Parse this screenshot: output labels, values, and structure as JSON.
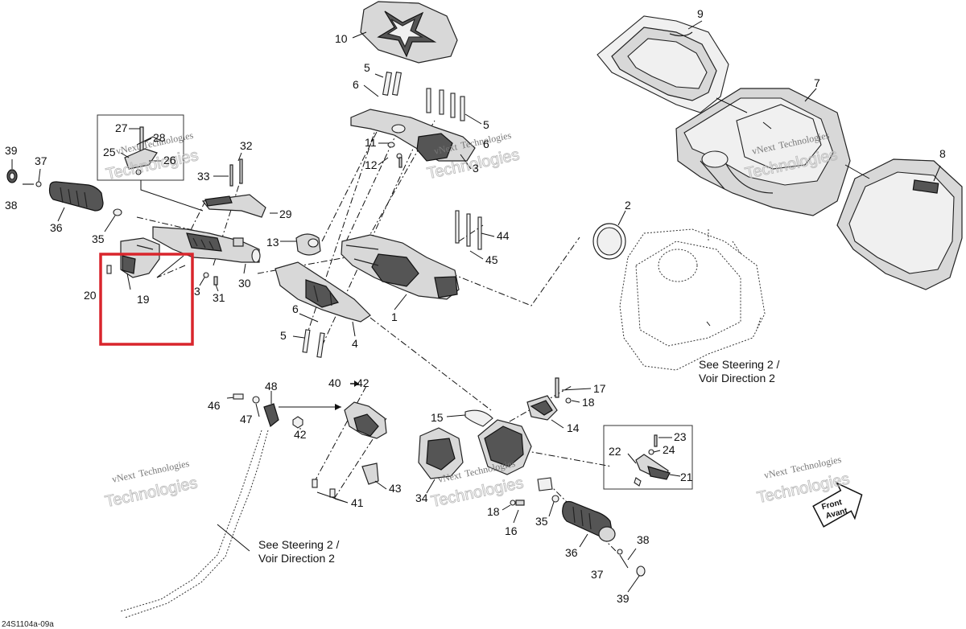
{
  "diagram": {
    "code": "24S1104a-09a",
    "labels": {
      "l39a": "39",
      "l37a": "37",
      "l38a": "38",
      "l36a": "36",
      "l35a": "35",
      "l27": "27",
      "l28": "28",
      "l25": "25",
      "l26": "26",
      "l32": "32",
      "l33": "33",
      "l29": "29",
      "l20": "20",
      "l19": "19",
      "l3a": "3",
      "l31": "31",
      "l30": "30",
      "l10": "10",
      "l5a": "5",
      "l6a": "6",
      "l5b": "5",
      "l6b": "6",
      "l11": "11",
      "l12": "12",
      "l3b": "3",
      "l9": "9",
      "l7": "7",
      "l8": "8",
      "l13": "13",
      "l1": "1",
      "l6c": "6",
      "l5c": "5",
      "l4": "4",
      "l2": "2",
      "l44": "44",
      "l45": "45",
      "l40": "40",
      "l42a": "42",
      "l48": "48",
      "l46": "46",
      "l47": "47",
      "l42b": "42",
      "l43": "43",
      "l41": "41",
      "l17": "17",
      "l18a": "18",
      "l15": "15",
      "l14": "14",
      "l23": "23",
      "l22": "22",
      "l24": "24",
      "l21": "21",
      "l34": "34",
      "l18b": "18",
      "l16": "16",
      "l35b": "35",
      "l36b": "36",
      "l38b": "38",
      "l37b": "37",
      "l39b": "39"
    },
    "notes": {
      "steer_a_line1": "See Steering 2 /",
      "steer_a_line2": "Voir Direction 2",
      "steer_b_line1": "See Steering 2 /",
      "steer_b_line2": "Voir Direction 2"
    },
    "front_badge": {
      "line1": "Front",
      "line2": "Avant"
    },
    "watermark": {
      "line1": "vNext",
      "line2": "Technologies"
    },
    "highlight_color": "#d9252c"
  }
}
